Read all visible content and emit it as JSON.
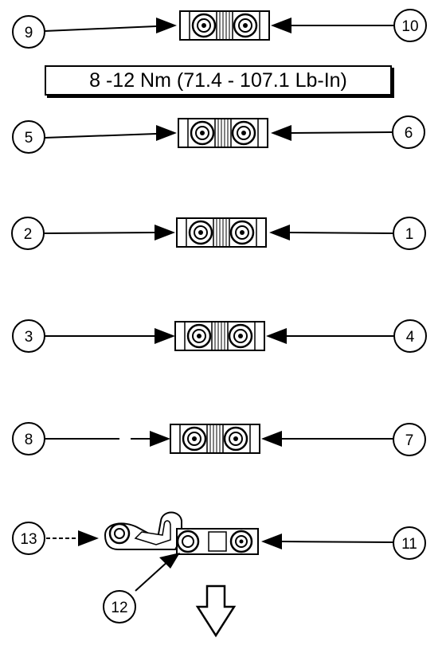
{
  "torque_spec": "8 -12 Nm (71.4 - 107.1 Lb-In)",
  "rows": [
    {
      "left": "9",
      "right": "10"
    },
    {
      "left": "5",
      "right": "6"
    },
    {
      "left": "2",
      "right": "1"
    },
    {
      "left": "3",
      "right": "4"
    },
    {
      "left": "8",
      "right": "7"
    }
  ],
  "bottom": {
    "left": "13",
    "right": "11",
    "below": "12"
  },
  "icons": {
    "front_direction": "down-arrow-icon"
  },
  "colors": {
    "ink": "#000000",
    "paper": "#ffffff"
  }
}
